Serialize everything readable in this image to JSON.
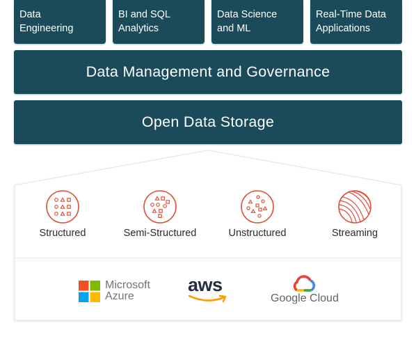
{
  "use_cases": [
    {
      "line1": "Data",
      "line2": "Engineering"
    },
    {
      "line1": "BI and SQL",
      "line2": "Analytics"
    },
    {
      "line1": "Data Science",
      "line2": "and ML"
    },
    {
      "line1": "Real-Time Data",
      "line2": "Applications"
    }
  ],
  "layers": {
    "governance": "Data Management and Governance",
    "storage": "Open Data Storage"
  },
  "data_types": {
    "structured": "Structured",
    "semi_structured": "Semi-Structured",
    "unstructured": "Unstructured",
    "streaming": "Streaming"
  },
  "clouds": {
    "azure_line1": "Microsoft",
    "azure_line2": "Azure",
    "aws": "aws",
    "google": "Google Cloud"
  },
  "colors": {
    "band": "#1b4b5a",
    "icon_accent": "#e0513a",
    "ms_red": "#f25022",
    "ms_green": "#7fba00",
    "ms_blue": "#00a4ef",
    "ms_yellow": "#ffb900",
    "aws_orange": "#ff9900"
  },
  "icons": [
    "structured-icon",
    "semi-structured-icon",
    "unstructured-icon",
    "streaming-icon",
    "microsoft-logo-icon",
    "aws-smile-icon",
    "google-cloud-logo-icon"
  ]
}
